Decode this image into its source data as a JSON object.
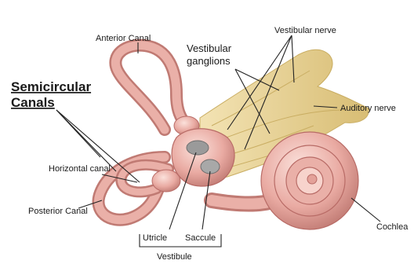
{
  "diagram": {
    "labels": {
      "anterior_canal": "Anterior Canal",
      "vestibular_nerve": "Vestibular nerve",
      "vestibular_ganglions_line1": "Vestibular",
      "vestibular_ganglions_line2": "ganglions",
      "semicircular_line1": "Semicircular",
      "semicircular_line2": "Canals",
      "auditory_nerve": "Auditory nerve",
      "horizontal_canal": "Horizontal canal",
      "posterior_canal": "Posterior Canal",
      "utricle": "Utricle",
      "saccule": "Saccule",
      "vestibule": "Vestibule",
      "cochlea": "Cochlea"
    },
    "colors": {
      "tissue": "#e8a8a0",
      "tissue_dark": "#b86b66",
      "tissue_light": "#f7d3cc",
      "nerve": "#e8d49a",
      "nerve_dark": "#c9ad62",
      "sac_gray": "#9a9a9a"
    }
  }
}
